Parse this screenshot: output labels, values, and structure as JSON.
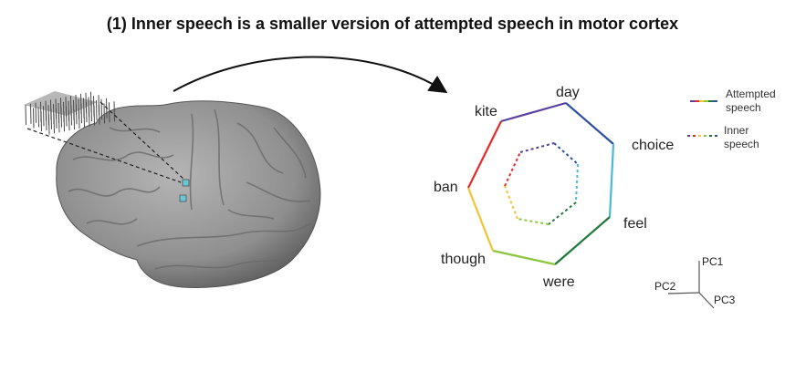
{
  "title": "(1) Inner speech is a smaller version of attempted speech in motor cortex",
  "words": [
    "day",
    "choice",
    "feel",
    "were",
    "though",
    "ban",
    "kite"
  ],
  "edge_colors": [
    "#2b4fa3",
    "#4bb8d8",
    "#1f7a3a",
    "#8cc63f",
    "#f4c232",
    "#e62a2a",
    "#5a3f9e"
  ],
  "legend": {
    "attempted_line1": "Attempted",
    "attempted_line2": "speech",
    "inner_line1": "Inner",
    "inner_line2": "speech"
  },
  "axes": {
    "pc1": "PC1",
    "pc2": "PC2",
    "pc3": "PC3"
  },
  "colors": {
    "brain": "#8e8e8e",
    "electrode": "#6cc7d4"
  }
}
